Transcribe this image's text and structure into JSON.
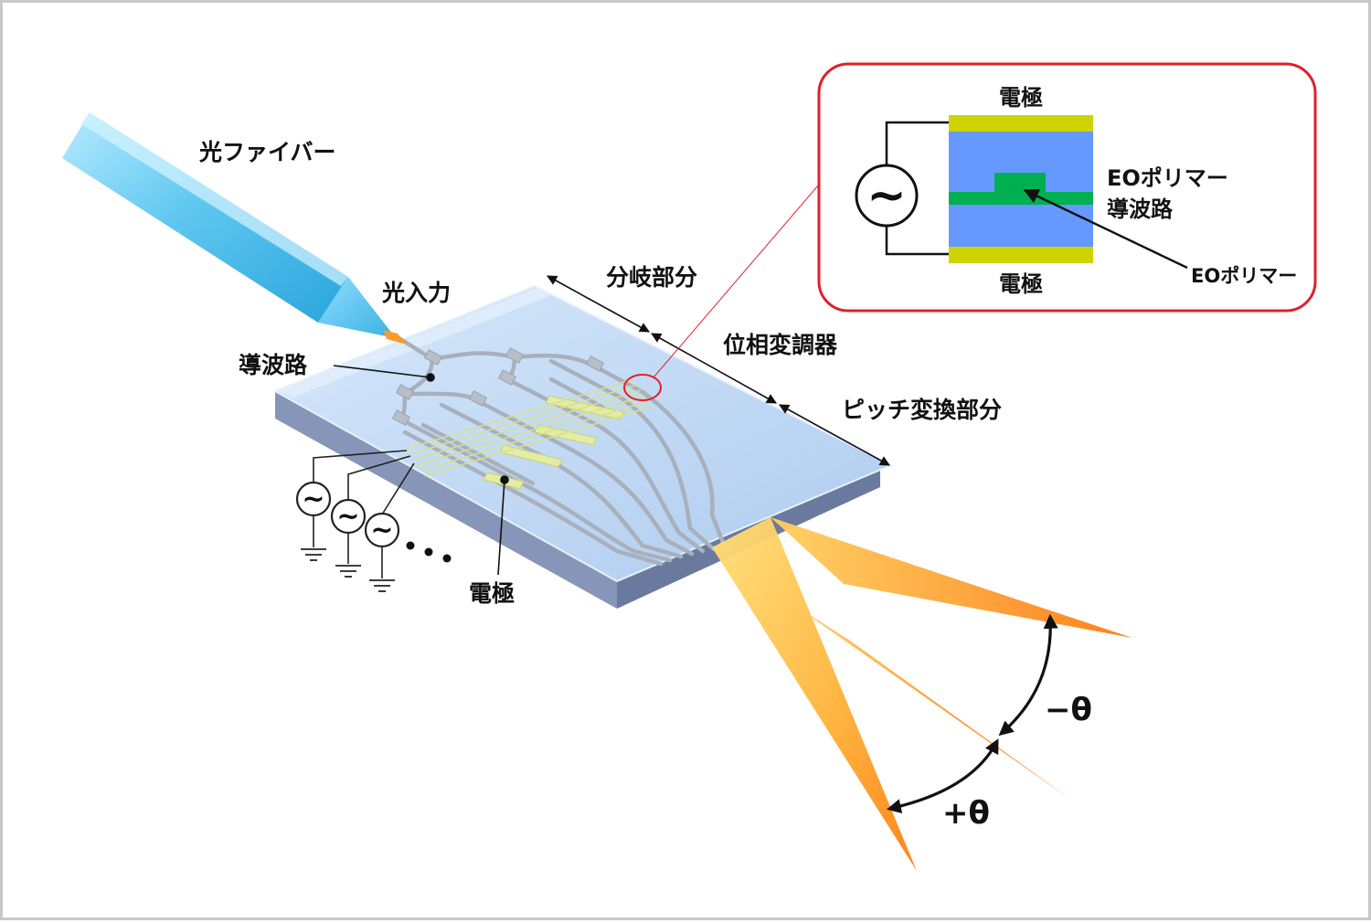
{
  "labels": {
    "fiber": "光ファイバー",
    "light_input": "光入力",
    "waveguide": "導波路",
    "electrode": "電極",
    "branch_section": "分岐部分",
    "phase_modulator": "位相変調器",
    "pitch_conversion": "ピッチ変換部分",
    "minus_theta": "−θ",
    "plus_theta": "+θ"
  },
  "inset": {
    "electrode_top": "電極",
    "electrode_bottom": "電極",
    "eo_polymer_waveguide_line1": "EOポリマー",
    "eo_polymer_waveguide_line2": "導波路",
    "eo_polymer": "EOポリマー",
    "ac_source_symbol": "~"
  },
  "ac_source_symbol": "~",
  "colors": {
    "frame": "#c8c8c8",
    "inset_border": "#e0202a",
    "substrate_top": "#bcd6f2",
    "substrate_side": "#7384a6",
    "waveguide": "#a8b0bc",
    "electrode": "#e4eba4",
    "fiber": "#5fc7f0",
    "beam": "#ffb43a",
    "inset_electrode": "#cfd400",
    "inset_cladding": "#6699ff",
    "inset_core": "#00b050"
  }
}
